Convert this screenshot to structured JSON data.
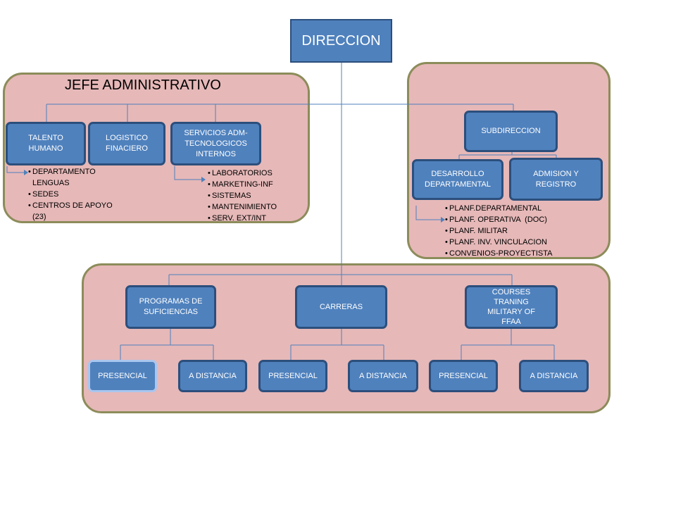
{
  "colors": {
    "panel": "#e6b8b8",
    "panel_border": "#8c8c5a",
    "box": "#4f81bd",
    "box_border": "#2c4f7c",
    "line": "#4f81bd"
  },
  "top": {
    "label": "DIRECCION"
  },
  "admin": {
    "title": "JEFE ADMINISTRATIVO",
    "units": [
      "TALENTO HUMANO",
      "LOGISTICO FINACIERO",
      "SERVICIOS ADM-TECNOLOGICOS INTERNOS"
    ],
    "talento_list": [
      "DEPARTAMENTO LENGUAS",
      "SEDES",
      "CENTROS DE APOYO (23)"
    ],
    "servicios_list": [
      "LABORATORIOS",
      "MARKETING-INF",
      "SISTEMAS",
      "MANTENIMIENTO",
      "SERV. EXT/INT"
    ]
  },
  "sub": {
    "label": "SUBDIRECCION",
    "units": [
      "DESARROLLO DEPARTAMENTAL",
      "ADMISION Y REGISTRO"
    ],
    "desarrollo_list": [
      "PLANF.DEPARTAMENTAL",
      "PLANF. OPERATIVA  (DOC)",
      "PLANF. MILITAR",
      "PLANF. INV. VINCULACION",
      "CONVENIOS-PROYECTISTA"
    ]
  },
  "academic": {
    "programs": [
      {
        "label": "PROGRAMAS DE SUFICIENCIAS",
        "modes": [
          "PRESENCIAL",
          "A DISTANCIA"
        ]
      },
      {
        "label": "CARRERAS",
        "modes": [
          "PRESENCIAL",
          "A DISTANCIA"
        ]
      },
      {
        "label": "COURSES TRANING MILITARY  OF FFAA",
        "modes": [
          "PRESENCIAL",
          "A DISTANCIA"
        ]
      }
    ]
  }
}
